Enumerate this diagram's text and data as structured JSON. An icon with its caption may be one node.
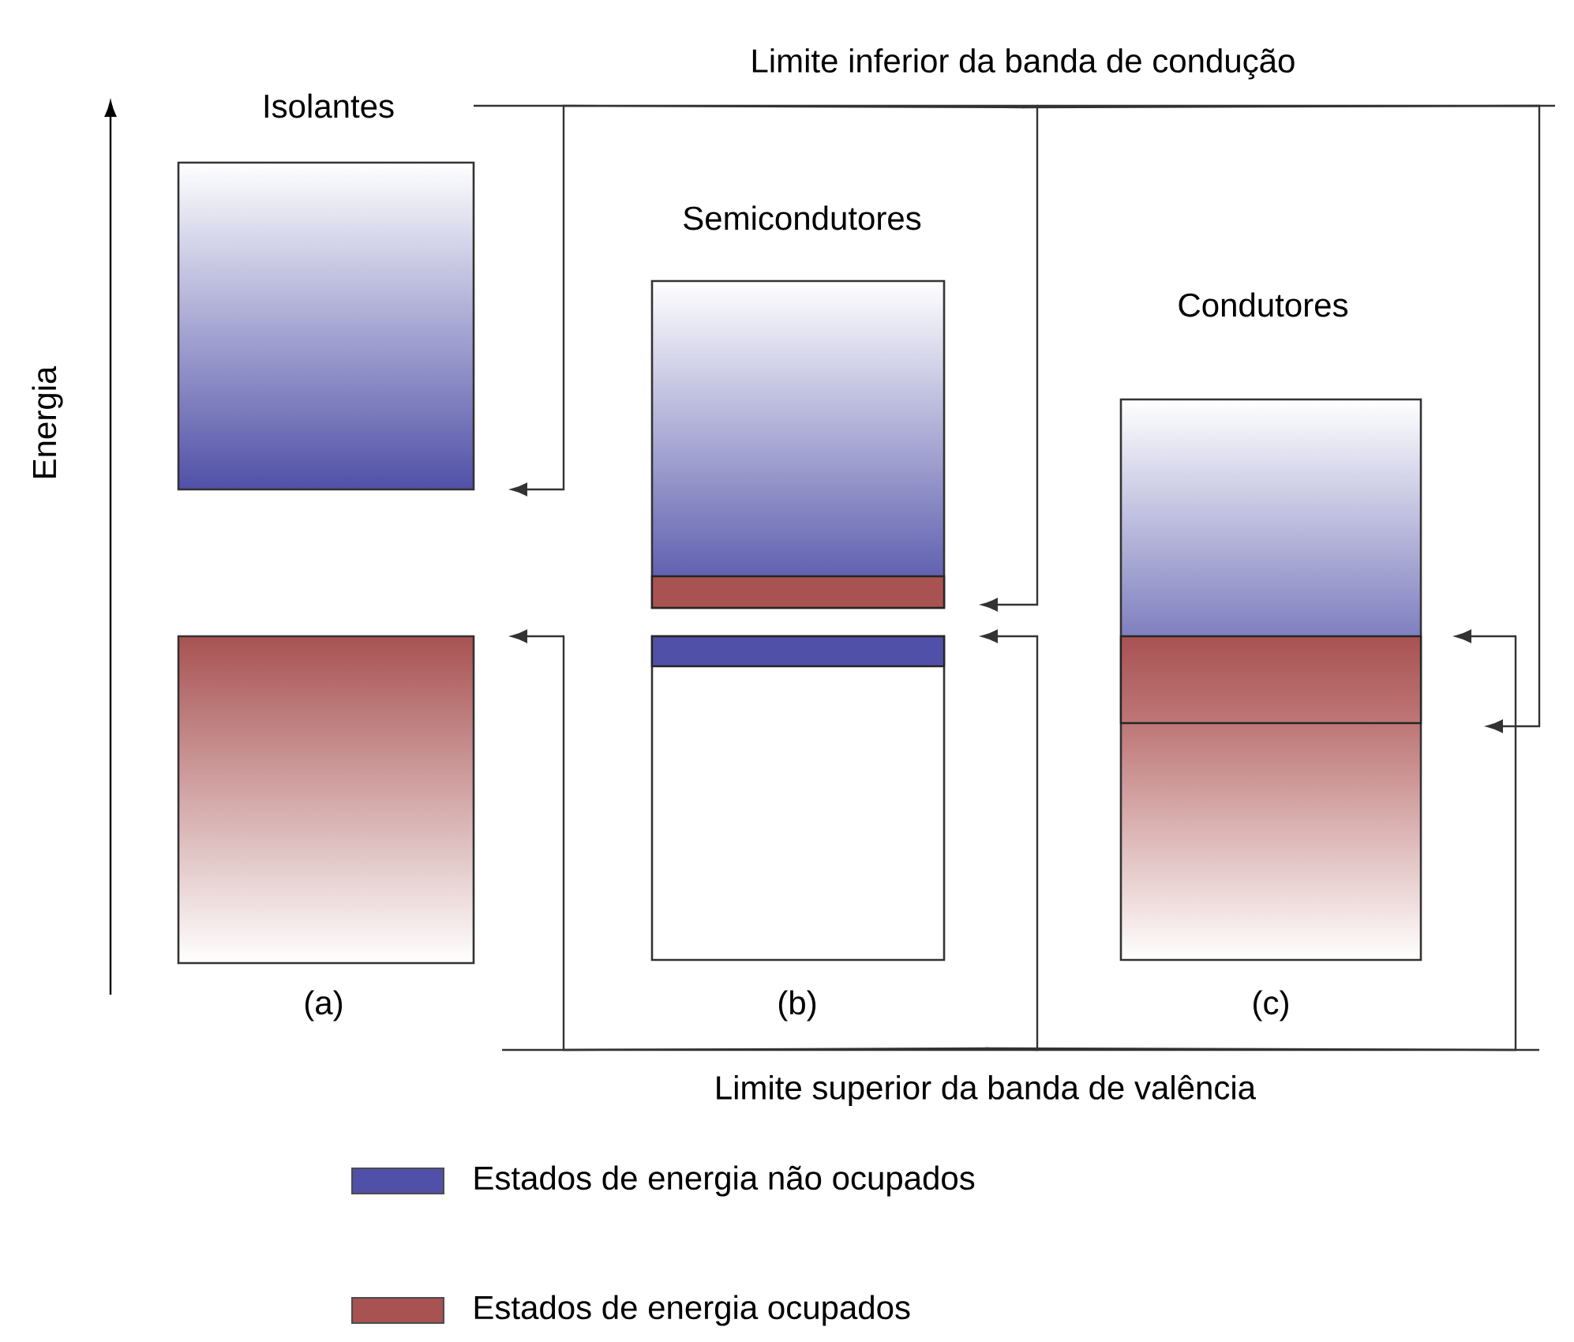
{
  "diagram": {
    "nodes": [
      {
        "text": [
          "Limite inferior da banda de condução"
        ]
      },
      {
        "text": [
          "Limite superior da banda de valência"
        ]
      },
      {
        "text": [],
        "shape": "box"
      },
      {
        "text": [],
        "shape": "box"
      },
      {
        "text": [],
        "shape": "box"
      },
      {
        "text": [],
        "shape": "box"
      },
      {
        "text": [],
        "shape": "box"
      },
      {
        "text": [],
        "shape": "bar",
        "in": 4
      },
      {
        "text": [],
        "shape": "bar",
        "in": 5
      },
      {
        "text": [],
        "shape": "bar",
        "in": 6
      }
    ],
    "edges": [
      {
        "from": 0,
        "to": 2,
        "arrow": "to"
      },
      {
        "from": 0,
        "to": 4,
        "arrow": "to"
      },
      {
        "from": 0,
        "to": 6,
        "arrow": "to"
      },
      {
        "from": 1,
        "to": 3,
        "arrow": "to"
      },
      {
        "from": 1,
        "to": 5,
        "arrow": "to"
      },
      {
        "from": 1,
        "to": 6,
        "arrow": "to"
      }
    ],
    "labels": [
      "Energia",
      "Isolantes",
      "Semicondutores",
      "Condutores",
      "(a)",
      "(b)",
      "(c)"
    ],
    "legend": [
      {
        "text": "Estados de energia não ocupados",
        "color": "#5050a8"
      },
      {
        "text": "Estados de energia ocupados",
        "color": "#a85252"
      }
    ]
  }
}
